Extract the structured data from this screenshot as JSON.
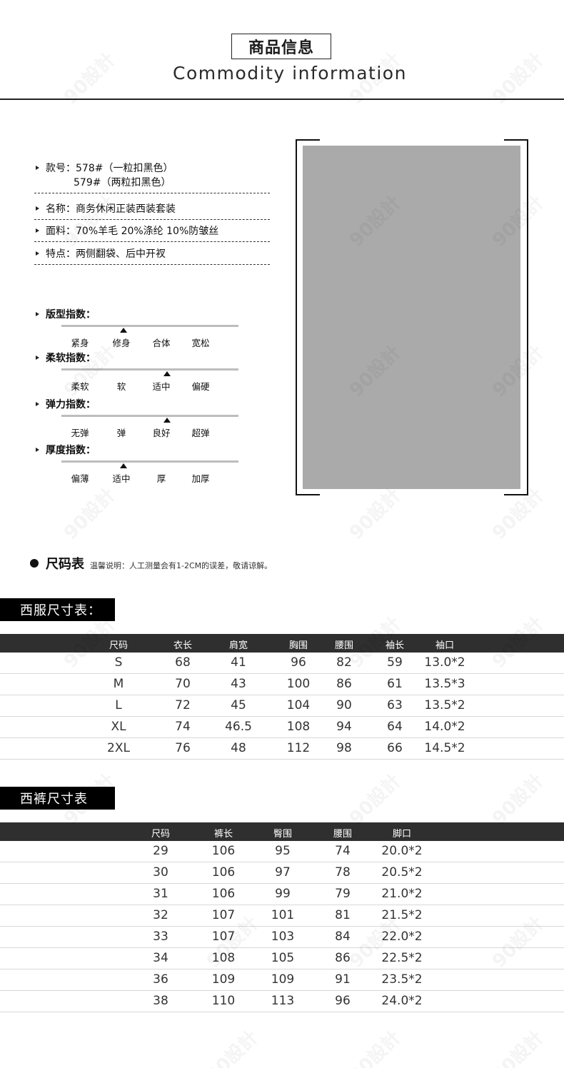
{
  "header": {
    "title_cn": "商品信息",
    "title_en": "Commodity information"
  },
  "attributes": [
    {
      "label": "款号：",
      "lines": [
        "578#（一粒扣黑色）",
        "579#（两粒扣黑色）"
      ]
    },
    {
      "label": "名称：",
      "lines": [
        "商务休闲正装西装套装"
      ]
    },
    {
      "label": "面料：",
      "lines": [
        "70%羊毛 20%涤纶 10%防皱丝"
      ]
    },
    {
      "label": "特点：",
      "lines": [
        "两侧翻袋、后中开衩"
      ]
    }
  ],
  "indices": [
    {
      "label": "版型指数：",
      "options": [
        "紧身",
        "修身",
        "合体",
        "宽松"
      ],
      "selected_index": 1
    },
    {
      "label": "柔软指数：",
      "options": [
        "柔软",
        "软",
        "适中",
        "偏硬"
      ],
      "selected_index": 2
    },
    {
      "label": "弹力指数：",
      "options": [
        "无弹",
        "弹",
        "良好",
        "超弹"
      ],
      "selected_index": 2
    },
    {
      "label": "厚度指数：",
      "options": [
        "偏薄",
        "适中",
        "厚",
        "加厚"
      ],
      "selected_index": 1
    }
  ],
  "product_image": {
    "placeholder_color": "#aaaaaa"
  },
  "size_section": {
    "title": "尺码表",
    "note": "温馨说明：人工测量会有1-2CM的误差，敬请谅解。"
  },
  "suit_table": {
    "tag": "西服尺寸表：",
    "columns": [
      "尺码",
      "衣长",
      "肩宽",
      "胸围",
      "腰围",
      "袖长",
      "袖口"
    ],
    "rows": [
      [
        "S",
        "68",
        "41",
        "96",
        "82",
        "59",
        "13.0*2"
      ],
      [
        "M",
        "70",
        "43",
        "100",
        "86",
        "61",
        "13.5*3"
      ],
      [
        "L",
        "72",
        "45",
        "104",
        "90",
        "63",
        "13.5*2"
      ],
      [
        "XL",
        "74",
        "46.5",
        "108",
        "94",
        "64",
        "14.0*2"
      ],
      [
        "2XL",
        "76",
        "48",
        "112",
        "98",
        "66",
        "14.5*2"
      ]
    ]
  },
  "pants_table": {
    "tag": "西裤尺寸表",
    "columns": [
      "尺码",
      "裤长",
      "臀围",
      "腰围",
      "脚口"
    ],
    "rows": [
      [
        "29",
        "106",
        "95",
        "74",
        "20.0*2"
      ],
      [
        "30",
        "106",
        "97",
        "78",
        "20.5*2"
      ],
      [
        "31",
        "106",
        "99",
        "79",
        "21.0*2"
      ],
      [
        "32",
        "107",
        "101",
        "81",
        "21.5*2"
      ],
      [
        "33",
        "107",
        "103",
        "84",
        "22.0*2"
      ],
      [
        "34",
        "108",
        "105",
        "86",
        "22.5*2"
      ],
      [
        "36",
        "109",
        "109",
        "91",
        "23.5*2"
      ],
      [
        "38",
        "110",
        "113",
        "96",
        "24.0*2"
      ]
    ]
  },
  "colors": {
    "table_header_bg": "#2f2f2f",
    "tag_bg": "#000000",
    "index_bar": "#bdbdbd"
  }
}
